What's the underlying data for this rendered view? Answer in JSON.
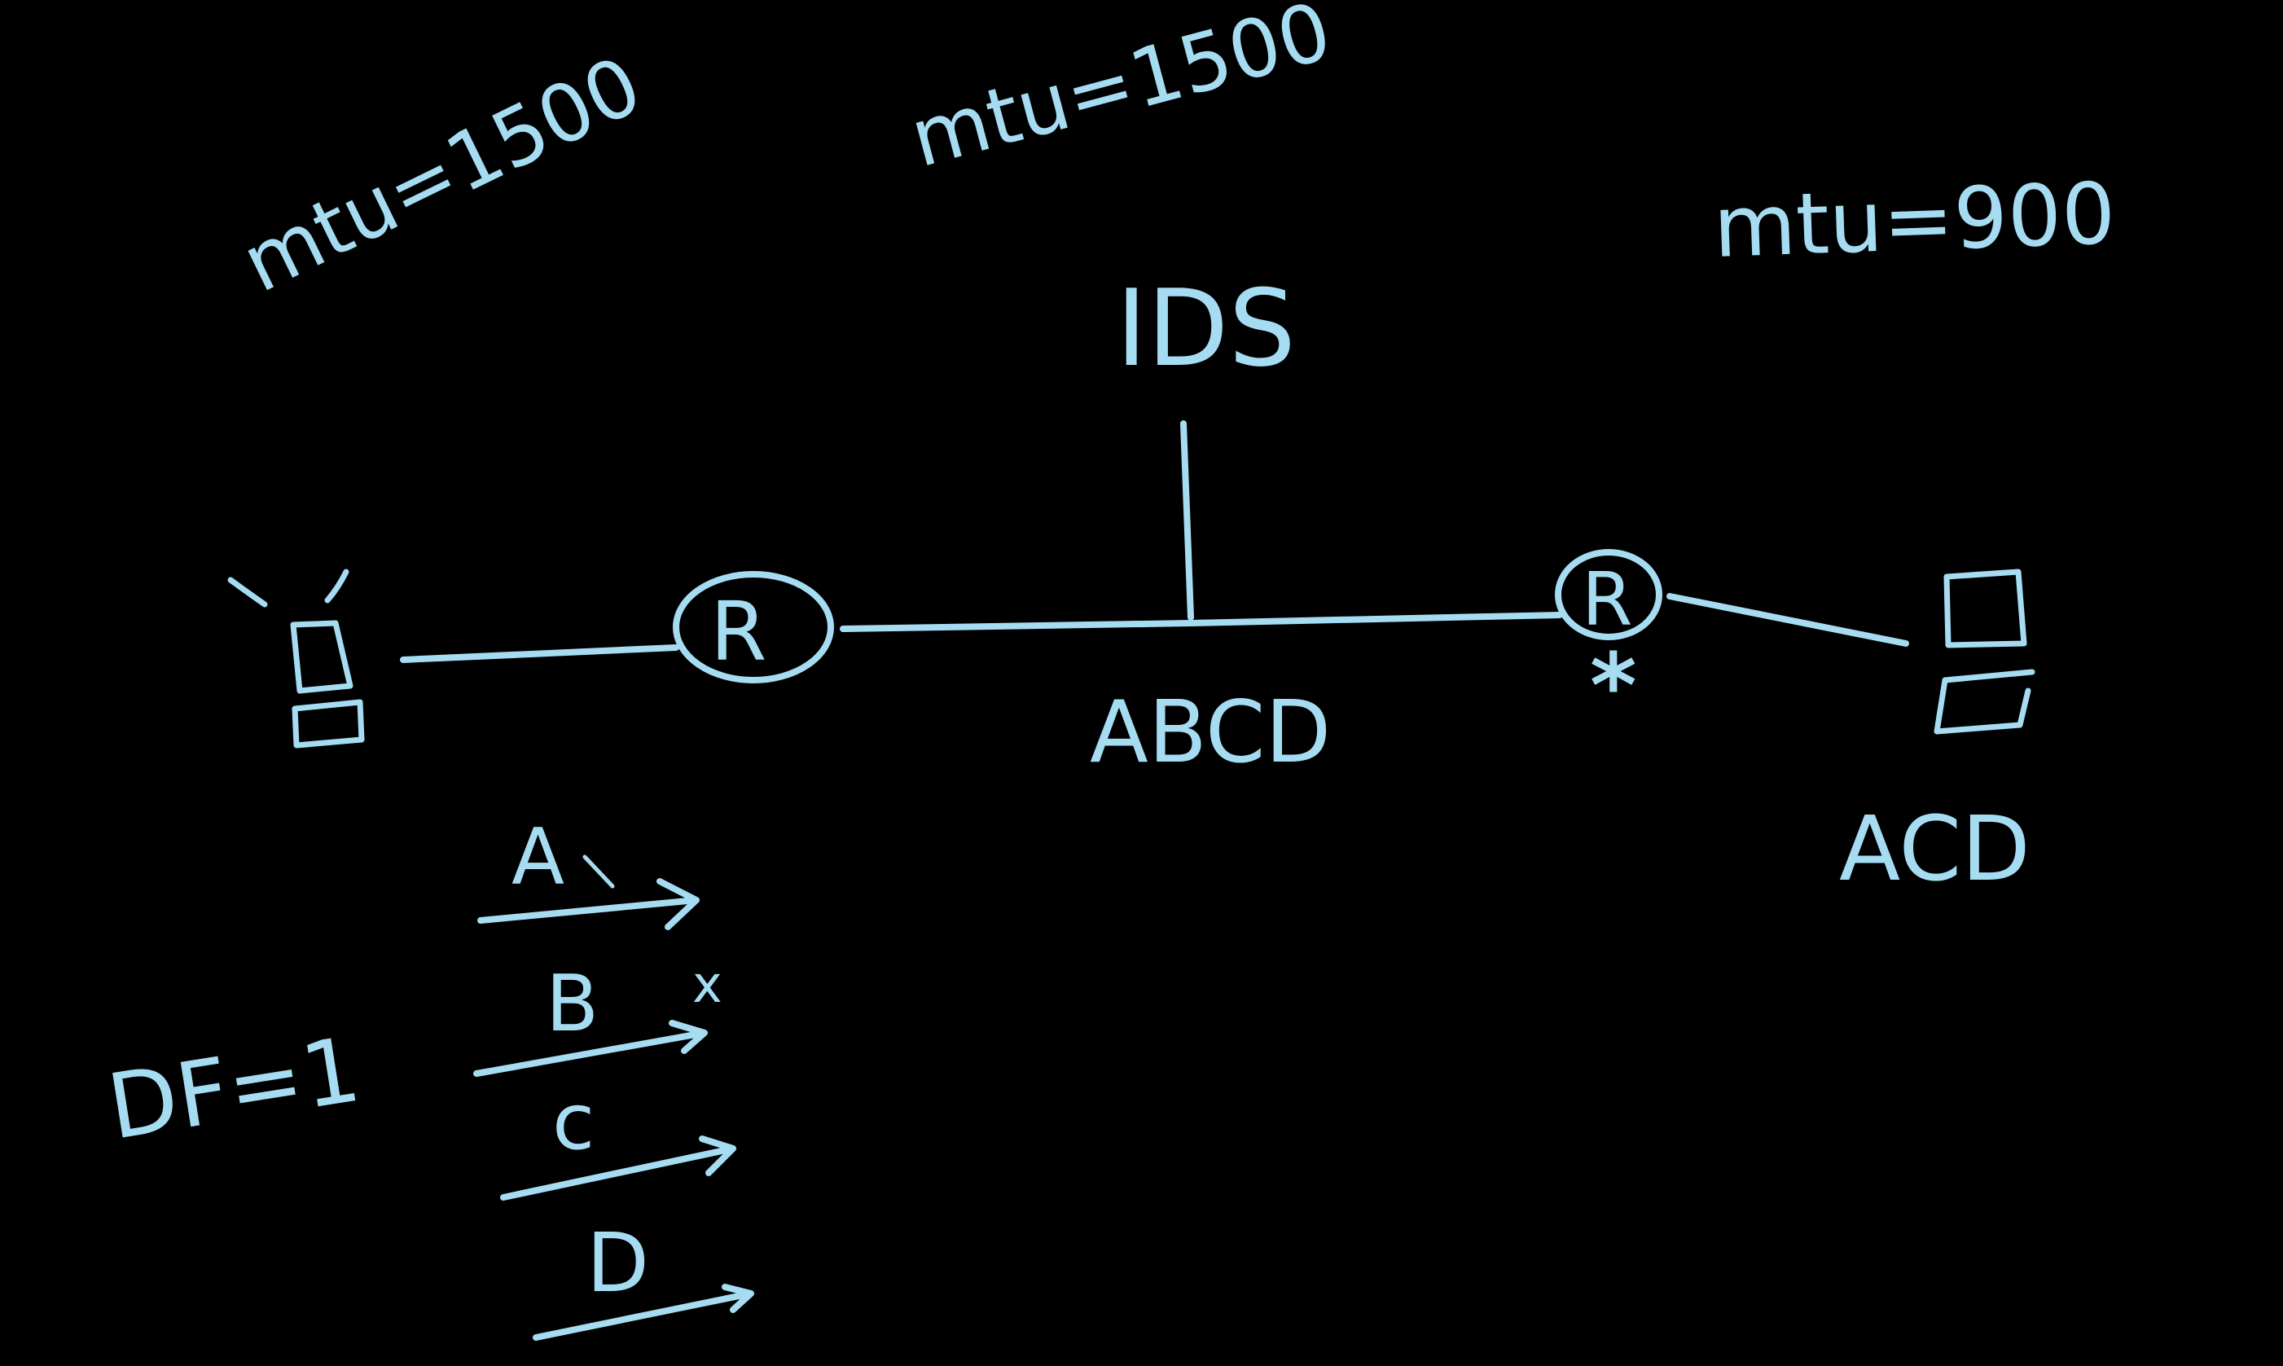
{
  "colors": {
    "background": "#000000",
    "ink": "#a6dcf2"
  },
  "labels": {
    "mtu_left": "mtu=1500",
    "mtu_middle": "mtu=1500",
    "mtu_right": "mtu=900",
    "ids": "IDS",
    "middle_segment": "ABCD",
    "right_host": "ACD",
    "router_left": "R",
    "router_right": "R",
    "df_flag": "DF=1"
  },
  "marks": {
    "router_right_drop": "*",
    "fragment_b_drop": "x"
  },
  "fragments": [
    {
      "label": "A"
    },
    {
      "label": "B"
    },
    {
      "label": "c"
    },
    {
      "label": "D"
    }
  ],
  "icons": {
    "attacker": "attacker-host-icon",
    "victim": "victim-host-icon",
    "router": "router-icon",
    "pen_cursor": "pen-cursor-icon"
  }
}
